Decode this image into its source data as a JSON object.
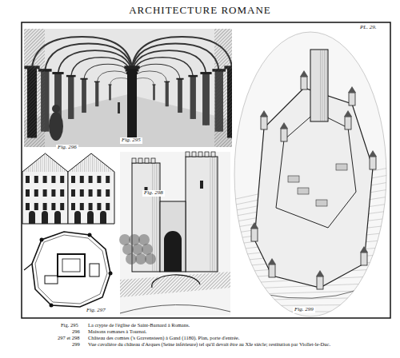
{
  "diagram": {
    "title": "ARCHITECTURE ROMANE",
    "labels": [
      "PL. 29.",
      "Fig. 295",
      "Fig. 296",
      "Fig. 297",
      "Fig. 298",
      "Fig. 299",
      "Fig. 295",
      "La crypte de l'église de Saint-Barnard à Romans.",
      "296",
      "Maisons romanes à Tournai.",
      "297 et 298",
      "Château des comtes ('s Gravensteen) à Gand (1180). Plan, porte d'entrée.",
      "299",
      "Vue cavalière du château d'Arques (Seine inférieure) tel qu'il devait être au XIe siècle; restitution par Viollet-le-Duc."
    ]
  }
}
